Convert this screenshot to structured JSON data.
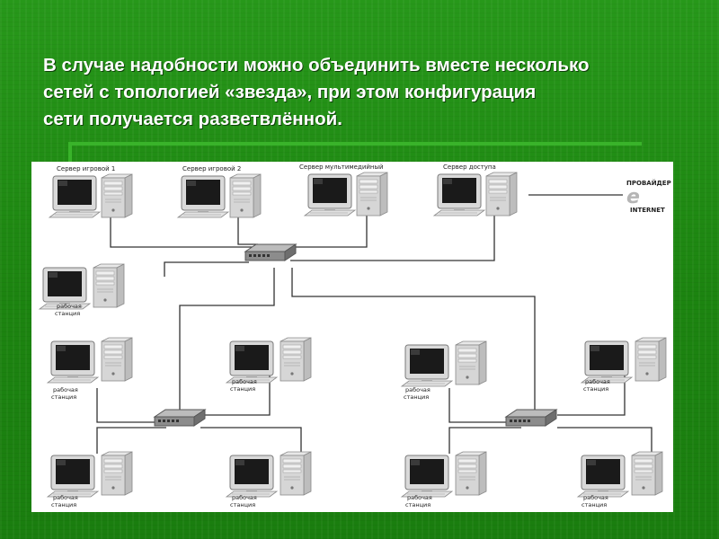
{
  "slide": {
    "title_lines": [
      "В случае надобности можно объединить вместе несколько",
      "сетей с топологией «звезда», при этом конфигурация",
      "сети получается разветвлённой."
    ]
  },
  "diagram": {
    "servers": [
      "Сервер игровой 1",
      "Сервер игровой 2",
      "Сервер мультимедийный",
      "Сервер доступа"
    ],
    "provider": {
      "line1": "ПРОВАЙДЕР",
      "glyph": "e",
      "line2": "INTERNET"
    },
    "workstation_label_1": "рабочая",
    "workstation_label_2": "станция",
    "workstation_count": 9,
    "hub_count": 3,
    "colors": {
      "background": "#1f8a12",
      "title": "#ffffff",
      "accent_rule": "#39b32a",
      "diagram_bg": "#ffffff",
      "line": "#333333"
    }
  }
}
